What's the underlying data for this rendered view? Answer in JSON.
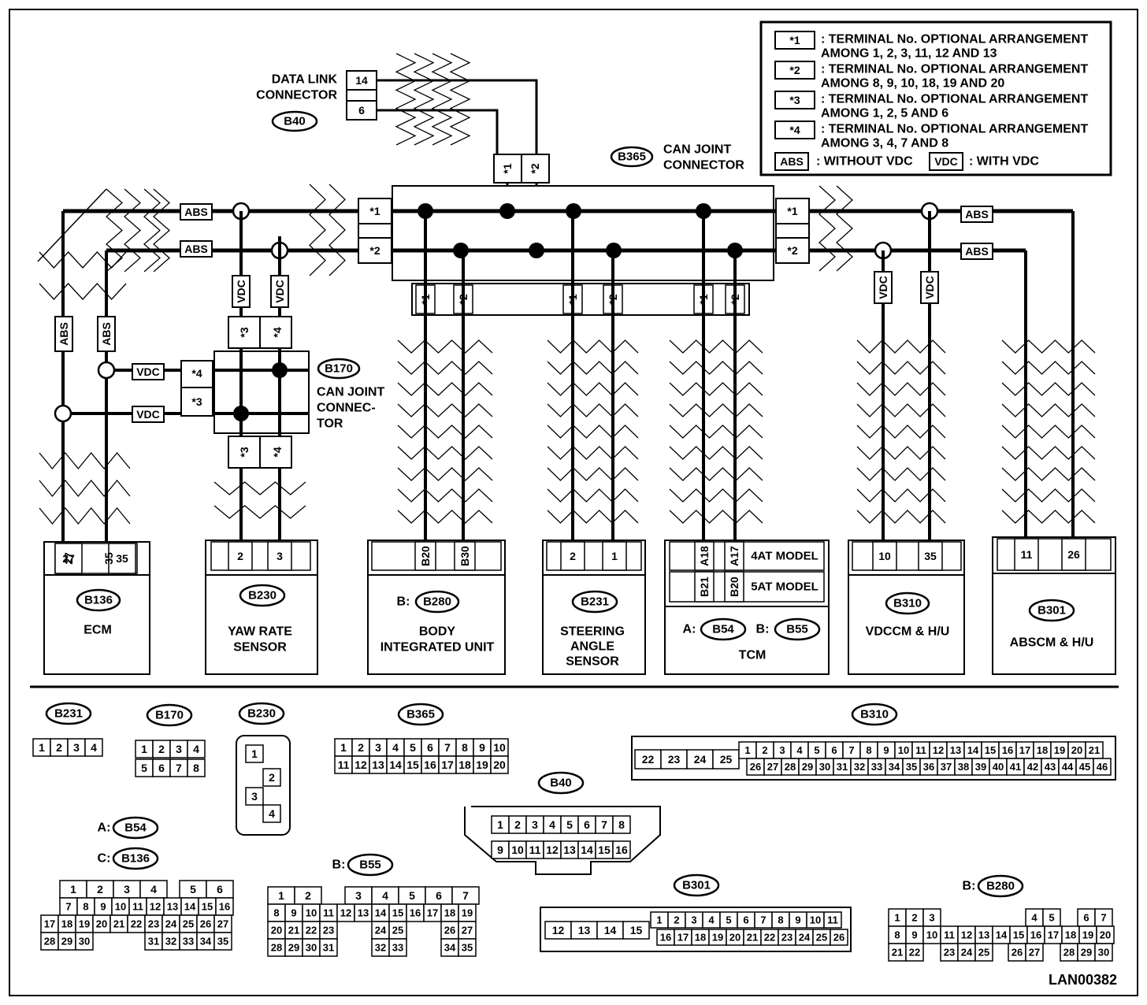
{
  "legend": [
    {
      "code": "*1",
      "line1": ": TERMINAL No. OPTIONAL ARRANGEMENT",
      "line2": "AMONG 1, 2, 3, 11, 12 AND 13"
    },
    {
      "code": "*2",
      "line1": ": TERMINAL No. OPTIONAL ARRANGEMENT",
      "line2": "AMONG 8, 9, 10, 18, 19 AND 20"
    },
    {
      "code": "*3",
      "line1": ": TERMINAL No. OPTIONAL ARRANGEMENT",
      "line2": "AMONG 1, 2, 5 AND 6"
    },
    {
      "code": "*4",
      "line1": ": TERMINAL No. OPTIONAL ARRANGEMENT",
      "line2": "AMONG 3, 4, 7 AND 8"
    }
  ],
  "legend_abs": {
    "code": "ABS",
    "text": ": WITHOUT VDC"
  },
  "legend_vdc": {
    "code": "VDC",
    "text": ": WITH VDC"
  },
  "tags": {
    "abs": "ABS",
    "vdc": "VDC",
    "s1": "*1",
    "s2": "*2",
    "s3": "*3",
    "s4": "*4"
  },
  "dlc": {
    "line1": "DATA LINK",
    "line2": "CONNECTOR",
    "id": "B40",
    "pin_a": "14",
    "pin_b": "6"
  },
  "can_joint_b365": {
    "id": "B365",
    "line1": "CAN JOINT",
    "line2": "CONNECTOR"
  },
  "can_joint_b170": {
    "id": "B170",
    "line1": "CAN JOINT",
    "line2": "CONNEC-",
    "line3": "TOR"
  },
  "modules": {
    "ecm": {
      "id": "B136",
      "name": "ECM",
      "pins": [
        "27",
        "35"
      ]
    },
    "yaw": {
      "id": "B230",
      "line1": "YAW RATE",
      "line2": "SENSOR",
      "pins": [
        "2",
        "3"
      ]
    },
    "biu": {
      "prefix": "B:",
      "id": "B280",
      "line1": "BODY",
      "line2": "INTEGRATED UNIT",
      "pins": [
        "B20",
        "B30"
      ]
    },
    "sas": {
      "id": "B231",
      "line1": "STEERING",
      "line2": "ANGLE",
      "line3": "SENSOR",
      "pins": [
        "2",
        "1"
      ]
    },
    "tcm": {
      "prefix_a": "A:",
      "id_a": "B54",
      "prefix_b": "B:",
      "id_b": "B55",
      "name": "TCM",
      "model_4at": "4AT MODEL",
      "model_5at": "5AT MODEL",
      "pins_4at": [
        "A18",
        "A17"
      ],
      "pins_5at": [
        "B21",
        "B20"
      ]
    },
    "vdccm": {
      "id": "B310",
      "name": "VDCCM & H/U",
      "pins": [
        "10",
        "35"
      ]
    },
    "abscm": {
      "id": "B301",
      "name": "ABSCM & H/U",
      "pins": [
        "11",
        "26"
      ]
    }
  },
  "connectors": {
    "b231": {
      "id": "B231",
      "pins": [
        "1",
        "2",
        "3",
        "4"
      ]
    },
    "b170": {
      "id": "B170",
      "row1": [
        "1",
        "2",
        "3",
        "4"
      ],
      "row2": [
        "5",
        "6",
        "7",
        "8"
      ]
    },
    "b230": {
      "id": "B230",
      "pins": [
        "1",
        "2",
        "3",
        "4"
      ]
    },
    "b365": {
      "id": "B365",
      "row1": [
        "1",
        "2",
        "3",
        "4",
        "5",
        "6",
        "7",
        "8",
        "9",
        "10"
      ],
      "row2": [
        "11",
        "12",
        "13",
        "14",
        "15",
        "16",
        "17",
        "18",
        "19",
        "20"
      ]
    },
    "b310": {
      "id": "B310",
      "left": [
        "22",
        "23",
        "24",
        "25"
      ],
      "row1": [
        "1",
        "2",
        "3",
        "4",
        "5",
        "6",
        "7",
        "8",
        "9",
        "10",
        "11",
        "12",
        "13",
        "14",
        "15",
        "16",
        "17",
        "18",
        "19",
        "20",
        "21"
      ],
      "row2": [
        "26",
        "27",
        "28",
        "29",
        "30",
        "31",
        "32",
        "33",
        "34",
        "35",
        "36",
        "37",
        "38",
        "39",
        "40",
        "41",
        "42",
        "43",
        "44",
        "45",
        "46"
      ]
    },
    "b40": {
      "id": "B40",
      "row1": [
        "1",
        "2",
        "3",
        "4",
        "5",
        "6",
        "7",
        "8"
      ],
      "row2": [
        "9",
        "10",
        "11",
        "12",
        "13",
        "14",
        "15",
        "16"
      ]
    },
    "b54": {
      "prefix": "A:",
      "id": "B54"
    },
    "b136": {
      "prefix": "C:",
      "id": "B136",
      "row1": [
        "1",
        "2",
        "3",
        "4",
        "5",
        "6"
      ],
      "row2": [
        "7",
        "8",
        "9",
        "10",
        "11",
        "12",
        "13",
        "14",
        "15",
        "16"
      ],
      "row3": [
        "17",
        "18",
        "19",
        "20",
        "21",
        "22",
        "23",
        "24",
        "25",
        "26",
        "27"
      ],
      "row4": [
        "28",
        "29",
        "30",
        "31",
        "32",
        "33",
        "34",
        "35"
      ]
    },
    "b55": {
      "prefix": "B:",
      "id": "B55",
      "row1": [
        "1",
        "2",
        "3",
        "4",
        "5",
        "6",
        "7"
      ],
      "row2": [
        "8",
        "9",
        "10",
        "11",
        "12",
        "13",
        "14",
        "15",
        "16",
        "17",
        "18",
        "19"
      ],
      "row3": [
        "20",
        "21",
        "22",
        "23",
        "24",
        "25",
        "26",
        "27"
      ],
      "row4": [
        "28",
        "29",
        "30",
        "31",
        "32",
        "33",
        "34",
        "35"
      ]
    },
    "b301": {
      "id": "B301",
      "left": [
        "12",
        "13",
        "14",
        "15"
      ],
      "row1": [
        "1",
        "2",
        "3",
        "4",
        "5",
        "6",
        "7",
        "8",
        "9",
        "10",
        "11"
      ],
      "row2": [
        "16",
        "17",
        "18",
        "19",
        "20",
        "21",
        "22",
        "23",
        "24",
        "25",
        "26"
      ]
    },
    "b280": {
      "prefix": "B:",
      "id": "B280",
      "row1": [
        "1",
        "2",
        "3",
        "4",
        "5",
        "6",
        "7"
      ],
      "row2": [
        "8",
        "9",
        "10",
        "11",
        "12",
        "13",
        "14",
        "15",
        "16",
        "17",
        "18",
        "19",
        "20"
      ],
      "row3": [
        "21",
        "22",
        "23",
        "24",
        "25",
        "26",
        "27",
        "28",
        "29",
        "30"
      ]
    }
  },
  "footer_code": "LAN00382"
}
